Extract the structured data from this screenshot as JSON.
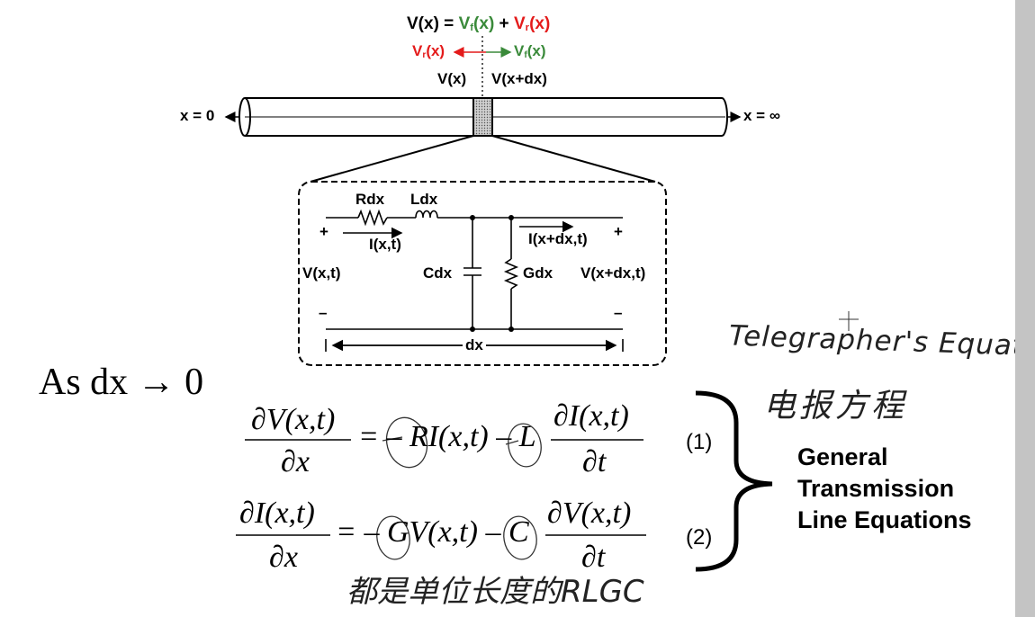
{
  "header": {
    "eq_lhs": "V(x) = ",
    "eq_vf": "V",
    "eq_f": "f",
    "eq_x1": "(x)",
    "eq_plus": " + ",
    "eq_vr": "V",
    "eq_r": "r",
    "eq_x2": "(x)"
  },
  "waves": {
    "reflected": "V",
    "reflected_sub": "r",
    "reflected_x": "(x)",
    "forward": "V",
    "forward_sub": "f",
    "forward_x": "(x)"
  },
  "line": {
    "v_left": "V(x)",
    "v_right": "V(x+dx)",
    "end_left": "x = 0",
    "end_right": "x = ∞"
  },
  "circuit": {
    "r": "Rdx",
    "l": "Ldx",
    "c": "Cdx",
    "g": "Gdx",
    "i_in": "I(x,t)",
    "i_out": "I(x+dx,t)",
    "v_in": "V(x,t)",
    "v_out": "V(x+dx,t)",
    "plus": "+",
    "minus": "–",
    "dx": "dx"
  },
  "limit": "As dx → 0",
  "equations": {
    "eq1_num": "V(x,t)",
    "eq1_den": "x",
    "eq1_rhs": "= – RI(x,t) – L",
    "eq1_frac_num": "I(x,t)",
    "eq1_frac_den": "t",
    "eq1_tag": "(1)",
    "eq2_num": "I(x,t)",
    "eq2_den": "x",
    "eq2_rhs": "= – GV(x,t) – C",
    "eq2_frac_num": "V(x,t)",
    "eq2_frac_den": "t",
    "eq2_tag": "(2)",
    "partial": "∂"
  },
  "group_label": [
    "General",
    "Transmission",
    "Line Equations"
  ],
  "annotations": {
    "telegrapher": "Telegrapher's Equation",
    "chinese_title": "电报方程",
    "chinese_note": "都是单位长度的RLGC"
  }
}
